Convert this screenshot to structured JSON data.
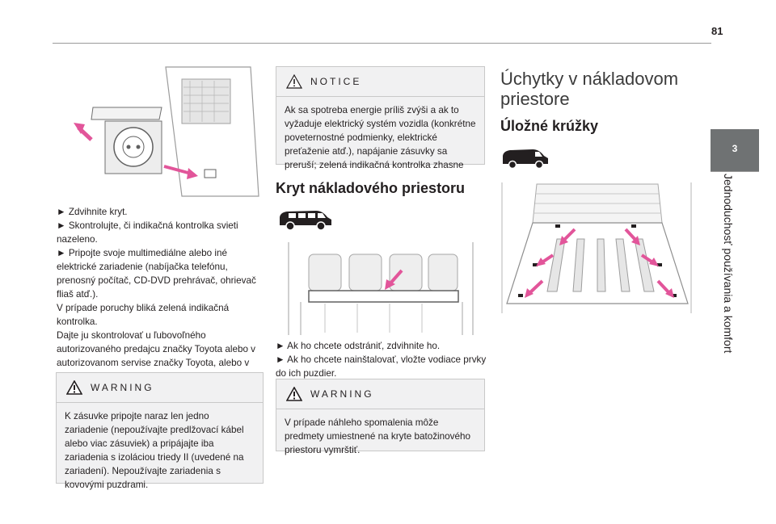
{
  "page": {
    "number": "81",
    "side_tab_number": "3",
    "side_tab_text": "Jednoduchosť používania a komfort"
  },
  "left_column": {
    "instructions": [
      "► Zdvihnite kryt.",
      "► Skontrolujte, či indikačná kontrolka svieti nazeleno.",
      "► Pripojte svoje multimediálne alebo iné elektrické zariadenie (nabíjačka telefónu, prenosný počítač, CD-DVD prehrávač, ohrievač fliaš atď.).",
      "V prípade poruchy bliká zelená indikačná kontrolka.",
      "Dajte ju skontrolovať u ľubovoľného autorizovaného predajcu značky Toyota alebo v autorizovanom servise značky Toyota, alebo v ľubovoľnom spoľahlivom servise."
    ],
    "warning": {
      "title": "WARNING",
      "text": "K zásuvke pripojte naraz len jedno zariadenie (nepoužívajte predlžovací kábel alebo viac zásuviek) a pripájajte iba zariadenia s izoláciou triedy II (uvedené na zariadení). Nepoužívajte zariadenia s kovovými puzdrami."
    }
  },
  "middle_column": {
    "notice": {
      "title": "NOTICE",
      "text": "Ak sa spotreba energie príliš zvýši a ak to vyžaduje elektrický systém vozidla (konkrétne poveternostné podmienky, elektrické preťaženie atď.), napájanie zásuvky sa preruší; zelená indikačná kontrolka zhasne"
    },
    "section_title": "Kryt nákladového priestoru",
    "instructions": [
      "► Ak ho chcete odstrániť, zdvihnite ho.",
      "► Ak ho chcete nainštalovať, vložte vodiace prvky do ich puzdier."
    ],
    "warning": {
      "title": "WARNING",
      "text": "V prípade náhleho spomalenia môže predmety umiestnené na kryte batožinového priestoru vymrštiť."
    }
  },
  "right_column": {
    "title": "Úchytky v nákladovom priestore",
    "subtitle": "Úložné krúžky"
  },
  "colors": {
    "accent_arrow": "#e2559a",
    "box_bg": "#f1f1f2",
    "side_tab": "#6f7273"
  }
}
